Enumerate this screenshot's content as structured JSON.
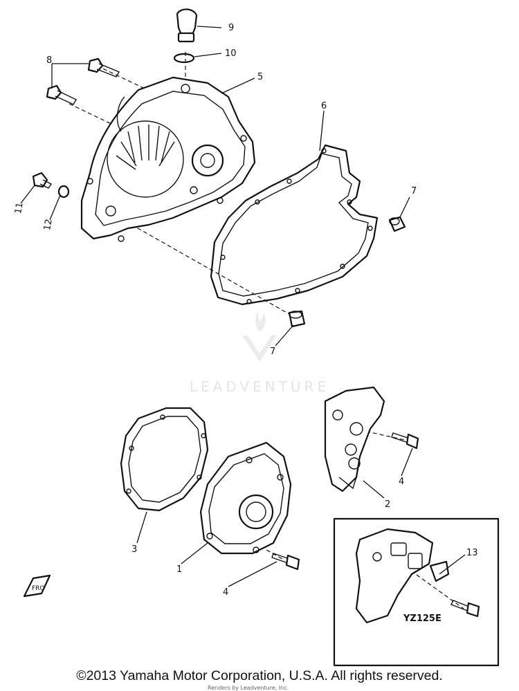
{
  "diagram": {
    "part_numbers": {
      "p1": "1",
      "p2": "2",
      "p3": "3",
      "p4a": "4",
      "p4b": "4",
      "p5": "5",
      "p6": "6",
      "p7a": "7",
      "p7b": "7",
      "p8": "8",
      "p9": "9",
      "p10": "10",
      "p11": "11",
      "p12": "12",
      "p13": "13"
    },
    "inset_label": "YZ125E",
    "watermark": "LEADVENTURE",
    "front_marker": "FRO"
  },
  "footer": {
    "copyright": "©2013 Yamaha Motor Corporation, U.S.A. All rights reserved.",
    "renders_text": "Renders by Leadventure, Inc."
  }
}
